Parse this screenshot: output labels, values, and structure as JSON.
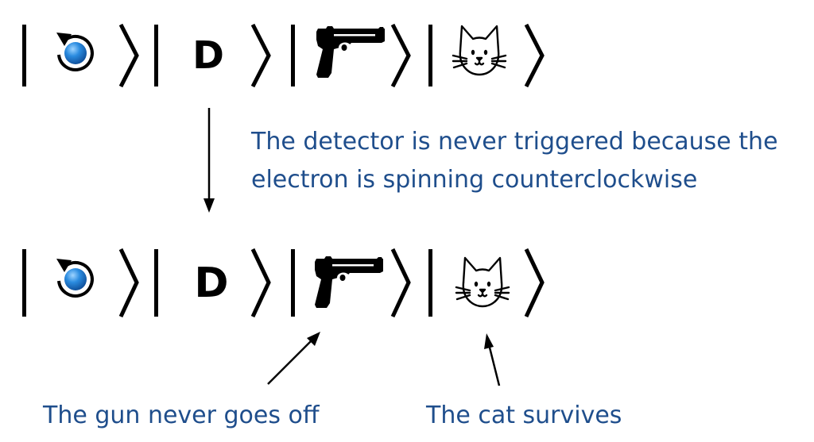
{
  "before_state": {
    "detector_letter": "D",
    "spin": "counterclockwise",
    "icons": [
      "spin-counterclockwise-icon",
      "detector-icon",
      "gun-icon",
      "cat-icon"
    ]
  },
  "after_state": {
    "detector_letter": "D",
    "spin": "counterclockwise",
    "icons": [
      "spin-counterclockwise-icon",
      "detector-icon",
      "gun-icon",
      "cat-icon"
    ]
  },
  "transition_caption": {
    "line1": "The detector is never triggered because the",
    "line2": "electron is spinning counterclockwise"
  },
  "gun_caption": "The gun never goes off",
  "cat_caption": "The cat survives",
  "colors": {
    "caption": "#1f4e8c",
    "electron": "#2b8ce0",
    "ink": "#000000"
  }
}
